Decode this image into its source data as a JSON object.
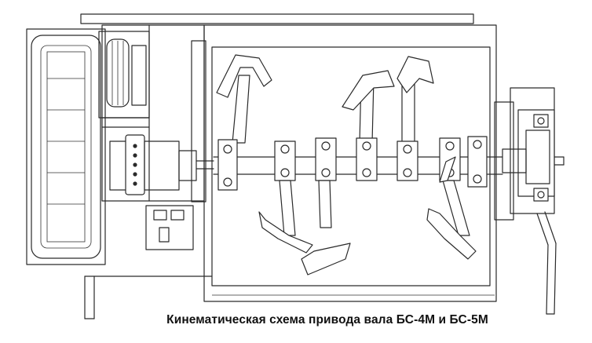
{
  "caption": "Кинематическая схема привода вала БС-4М и БС-5М",
  "colors": {
    "line": "#2a2a2a",
    "background": "#ffffff"
  },
  "shaft_blocks": [
    {
      "id": "collar-1"
    },
    {
      "id": "paddle-1"
    },
    {
      "id": "paddle-2"
    },
    {
      "id": "paddle-3"
    },
    {
      "id": "paddle-4"
    },
    {
      "id": "paddle-5"
    },
    {
      "id": "collar-2"
    }
  ]
}
